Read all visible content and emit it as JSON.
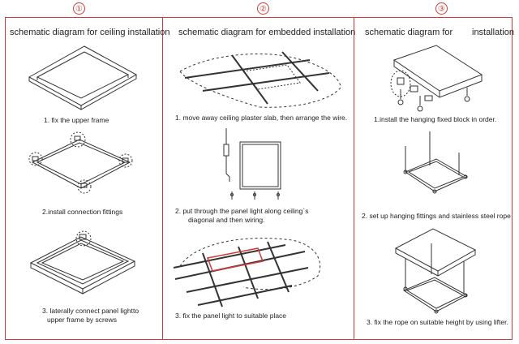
{
  "columns": [
    {
      "number": "①",
      "title": "schematic diagram for ceiling installation",
      "steps": [
        "1. fix the upper frame",
        "2.install connection fittings",
        "3. laterally connect panel lightto",
        "upper frame by screws"
      ]
    },
    {
      "number": "②",
      "title": "schematic diagram for embedded installation",
      "steps": [
        "1.   move away ceiling plaster slab, then arrange the wire.",
        "2.   put through the panel light along ceiling`s",
        "diagonal and then wiring.",
        "3.    fix the panel light to suitable place"
      ]
    },
    {
      "number": "③",
      "title_left": "schematic diagram for",
      "title_right": "installation",
      "steps": [
        "1.install the hanging fixed block in order.",
        "2. set up hanging fittings and stainless steel rope",
        "3. fix the rope on suitable height by using lifter."
      ]
    }
  ],
  "colors": {
    "accent_red": "#d23a3a",
    "line_art": "#333333",
    "text": "#222222"
  }
}
